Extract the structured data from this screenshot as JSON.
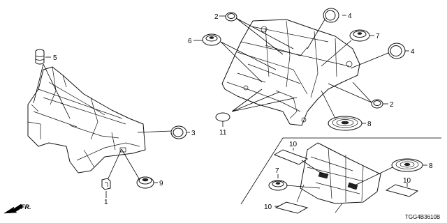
{
  "callouts": {
    "c1": "1",
    "c2a": "2",
    "c2b": "2",
    "c3": "3",
    "c4a": "4",
    "c4b": "4",
    "c5": "5",
    "c6": "6",
    "c7a": "7",
    "c7b": "7",
    "c8a": "8",
    "c8b": "8",
    "c9": "9",
    "c10a": "10",
    "c10b": "10",
    "c10c": "10",
    "c11": "11"
  },
  "direction_label": "FR.",
  "diagram_code": "TGG4B3610B",
  "colors": {
    "line": "#111111",
    "background": "#ffffff"
  }
}
